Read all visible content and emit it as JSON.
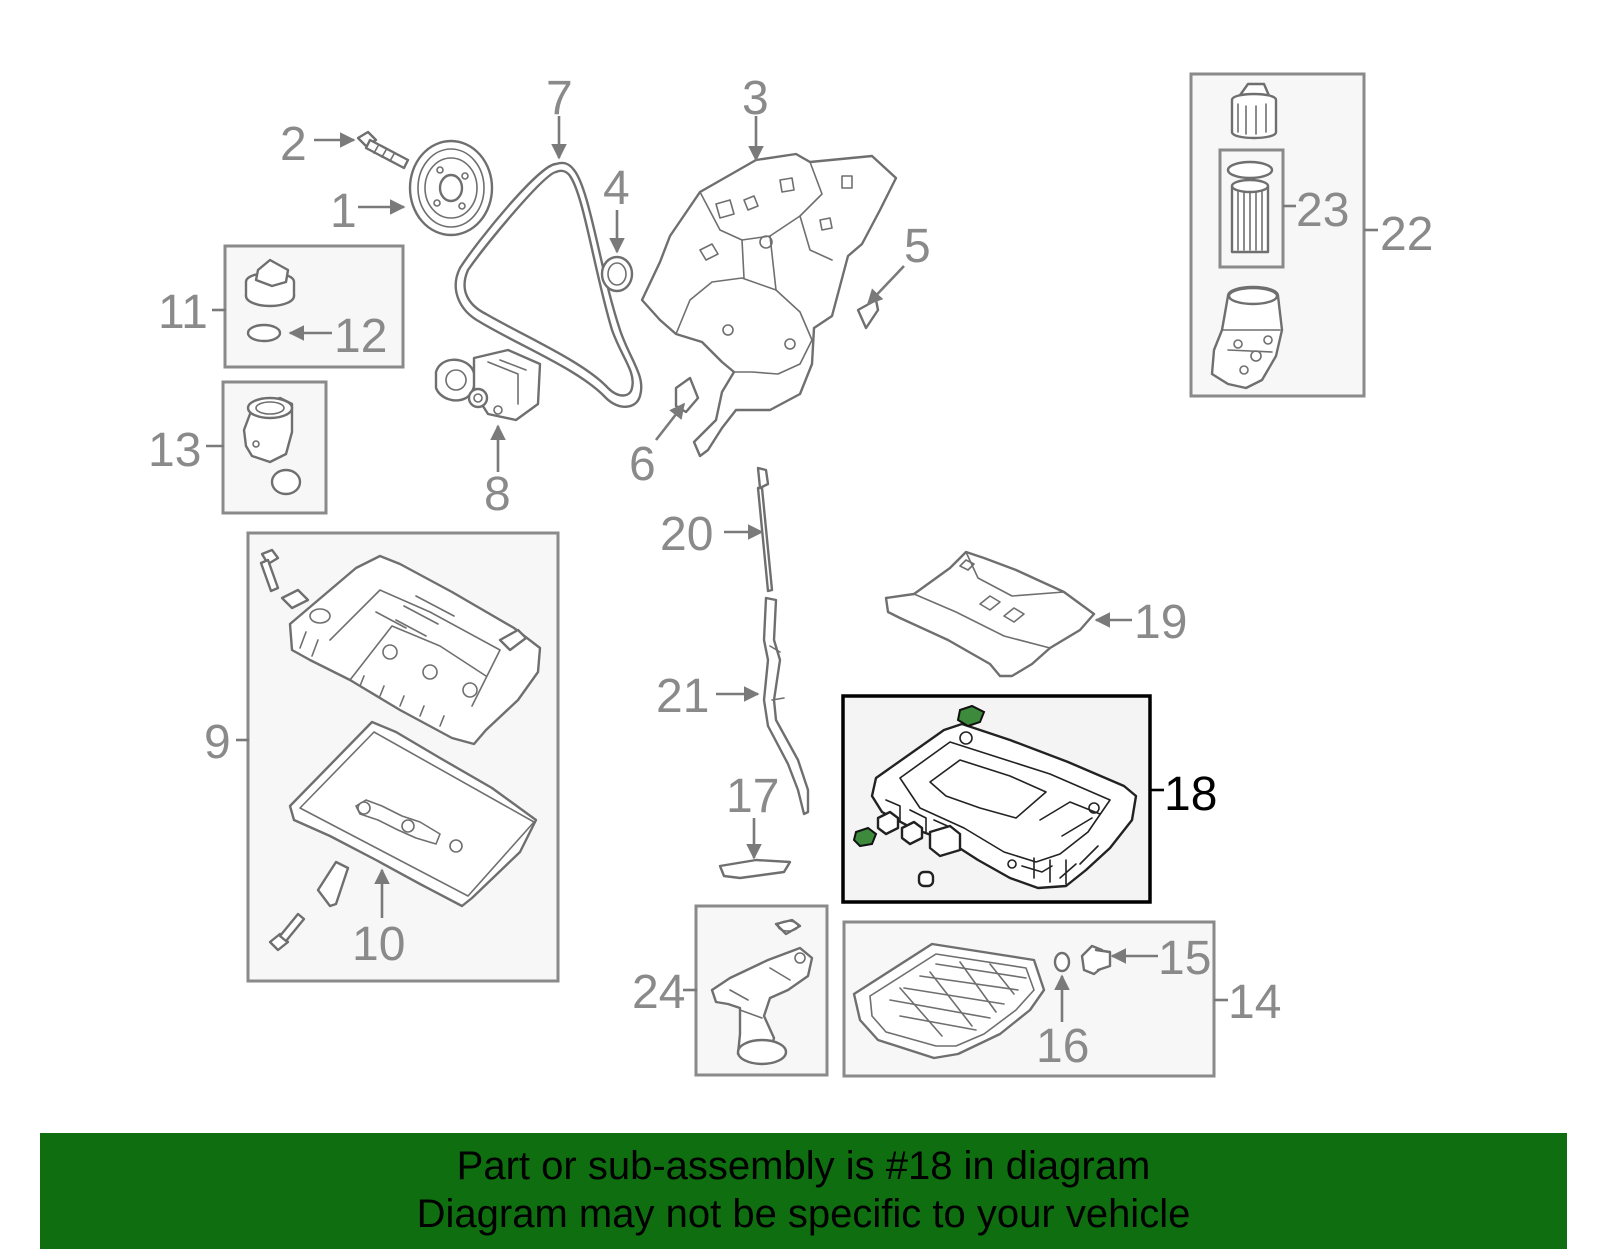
{
  "callouts": {
    "c1": "1",
    "c2": "2",
    "c3": "3",
    "c4": "4",
    "c5": "5",
    "c6": "6",
    "c7": "7",
    "c8": "8",
    "c9": "9",
    "c10": "10",
    "c11": "11",
    "c12": "12",
    "c13": "13",
    "c14": "14",
    "c15": "15",
    "c16": "16",
    "c17": "17",
    "c18": "18",
    "c19": "19",
    "c20": "20",
    "c21": "21",
    "c22": "22",
    "c23": "23",
    "c24": "24"
  },
  "highlighted_part": "18",
  "colors": {
    "banner_bg": "#0f6e0f",
    "callout_gray": "#8a8a8a",
    "highlight_black": "#000000",
    "plug_green": "#3d8a3d"
  },
  "banner": {
    "line1": "Part or sub-assembly is #18 in diagram",
    "line2": "Diagram may not be specific to your vehicle"
  }
}
